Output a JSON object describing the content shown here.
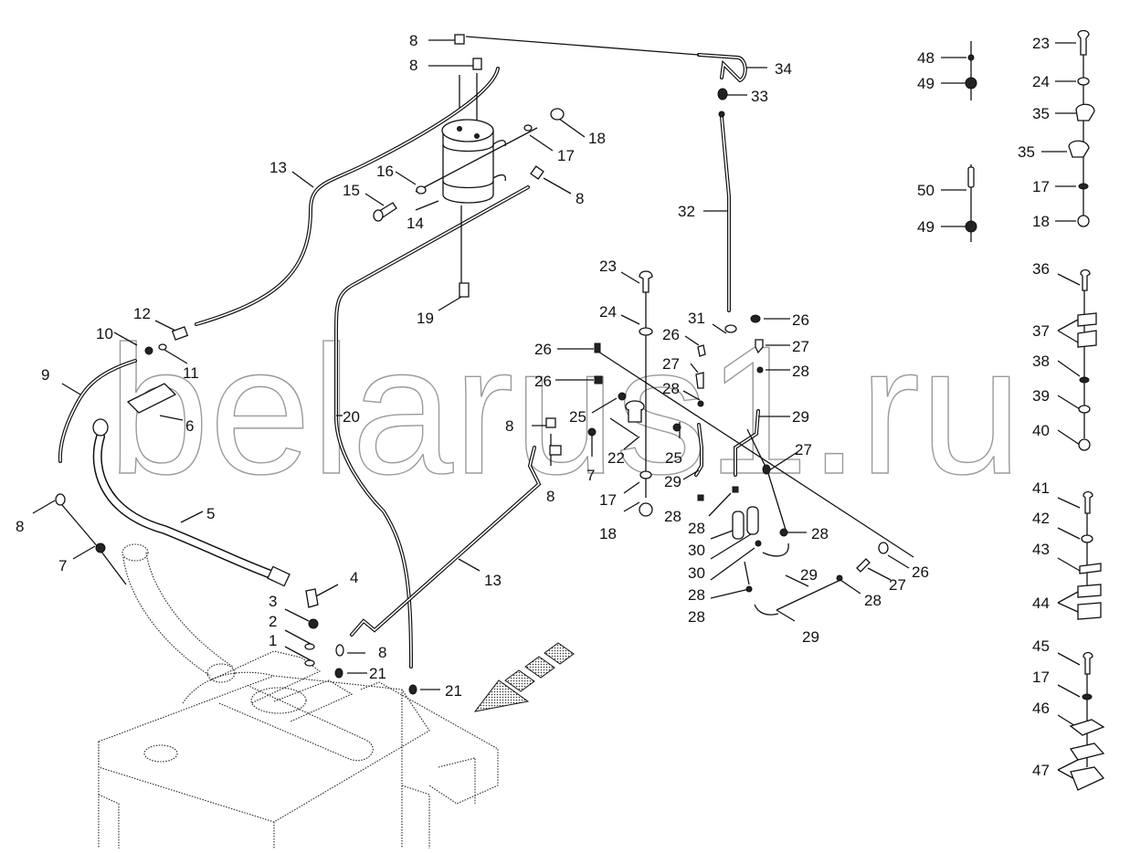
{
  "diagram": {
    "title": "Fuel system parts exploded view",
    "watermark": "belarus1.ru",
    "callouts": [
      {
        "id": "c8a",
        "label": "8"
      },
      {
        "id": "c8b",
        "label": "8"
      },
      {
        "id": "c34",
        "label": "34"
      },
      {
        "id": "c33",
        "label": "33"
      },
      {
        "id": "c18a",
        "label": "18"
      },
      {
        "id": "c17a",
        "label": "17"
      },
      {
        "id": "c8c",
        "label": "8"
      },
      {
        "id": "c13a",
        "label": "13"
      },
      {
        "id": "c16",
        "label": "16"
      },
      {
        "id": "c15",
        "label": "15"
      },
      {
        "id": "c14",
        "label": "14"
      },
      {
        "id": "c32",
        "label": "32"
      },
      {
        "id": "c19",
        "label": "19"
      },
      {
        "id": "c12",
        "label": "12"
      },
      {
        "id": "c10",
        "label": "10"
      },
      {
        "id": "c11",
        "label": "11"
      },
      {
        "id": "c9",
        "label": "9"
      },
      {
        "id": "c6",
        "label": "6"
      },
      {
        "id": "c20",
        "label": "20"
      },
      {
        "id": "c8d",
        "label": "8"
      },
      {
        "id": "c7a",
        "label": "7"
      },
      {
        "id": "c5",
        "label": "5"
      },
      {
        "id": "c4",
        "label": "4"
      },
      {
        "id": "c3",
        "label": "3"
      },
      {
        "id": "c2",
        "label": "2"
      },
      {
        "id": "c1",
        "label": "1"
      },
      {
        "id": "c8e",
        "label": "8"
      },
      {
        "id": "c21a",
        "label": "21"
      },
      {
        "id": "c21b",
        "label": "21"
      },
      {
        "id": "c13b",
        "label": "13"
      },
      {
        "id": "c23a",
        "label": "23"
      },
      {
        "id": "c24a",
        "label": "24"
      },
      {
        "id": "c31",
        "label": "31"
      },
      {
        "id": "c26a",
        "label": "26"
      },
      {
        "id": "c26b",
        "label": "26"
      },
      {
        "id": "c27a",
        "label": "27"
      },
      {
        "id": "c26c",
        "label": "26"
      },
      {
        "id": "c27b",
        "label": "27"
      },
      {
        "id": "c28a",
        "label": "28"
      },
      {
        "id": "c26d",
        "label": "26"
      },
      {
        "id": "c28b",
        "label": "28"
      },
      {
        "id": "c25a",
        "label": "25"
      },
      {
        "id": "c29a",
        "label": "29"
      },
      {
        "id": "c8f",
        "label": "8"
      },
      {
        "id": "c22",
        "label": "22"
      },
      {
        "id": "c25b",
        "label": "25"
      },
      {
        "id": "c7b",
        "label": "7"
      },
      {
        "id": "c8g",
        "label": "8"
      },
      {
        "id": "c27c",
        "label": "27"
      },
      {
        "id": "c17b",
        "label": "17"
      },
      {
        "id": "c29b",
        "label": "29"
      },
      {
        "id": "c18b",
        "label": "18"
      },
      {
        "id": "c28c",
        "label": "28"
      },
      {
        "id": "c28d",
        "label": "28"
      },
      {
        "id": "c30a",
        "label": "30"
      },
      {
        "id": "c28e",
        "label": "28"
      },
      {
        "id": "c30b",
        "label": "30"
      },
      {
        "id": "c29c",
        "label": "29"
      },
      {
        "id": "c26e",
        "label": "26"
      },
      {
        "id": "c28f",
        "label": "28"
      },
      {
        "id": "c27d",
        "label": "27"
      },
      {
        "id": "c28g",
        "label": "28"
      },
      {
        "id": "c28h",
        "label": "28"
      },
      {
        "id": "c29d",
        "label": "29"
      },
      {
        "id": "c48",
        "label": "48"
      },
      {
        "id": "c49a",
        "label": "49"
      },
      {
        "id": "c50",
        "label": "50"
      },
      {
        "id": "c49b",
        "label": "49"
      },
      {
        "id": "c23b",
        "label": "23"
      },
      {
        "id": "c24b",
        "label": "24"
      },
      {
        "id": "c35a",
        "label": "35"
      },
      {
        "id": "c35b",
        "label": "35"
      },
      {
        "id": "c17c",
        "label": "17"
      },
      {
        "id": "c18c",
        "label": "18"
      },
      {
        "id": "c36",
        "label": "36"
      },
      {
        "id": "c37",
        "label": "37"
      },
      {
        "id": "c38",
        "label": "38"
      },
      {
        "id": "c39",
        "label": "39"
      },
      {
        "id": "c40",
        "label": "40"
      },
      {
        "id": "c41",
        "label": "41"
      },
      {
        "id": "c42",
        "label": "42"
      },
      {
        "id": "c43",
        "label": "43"
      },
      {
        "id": "c44",
        "label": "44"
      },
      {
        "id": "c45",
        "label": "45"
      },
      {
        "id": "c17d",
        "label": "17"
      },
      {
        "id": "c46",
        "label": "46"
      },
      {
        "id": "c47",
        "label": "47"
      }
    ]
  }
}
